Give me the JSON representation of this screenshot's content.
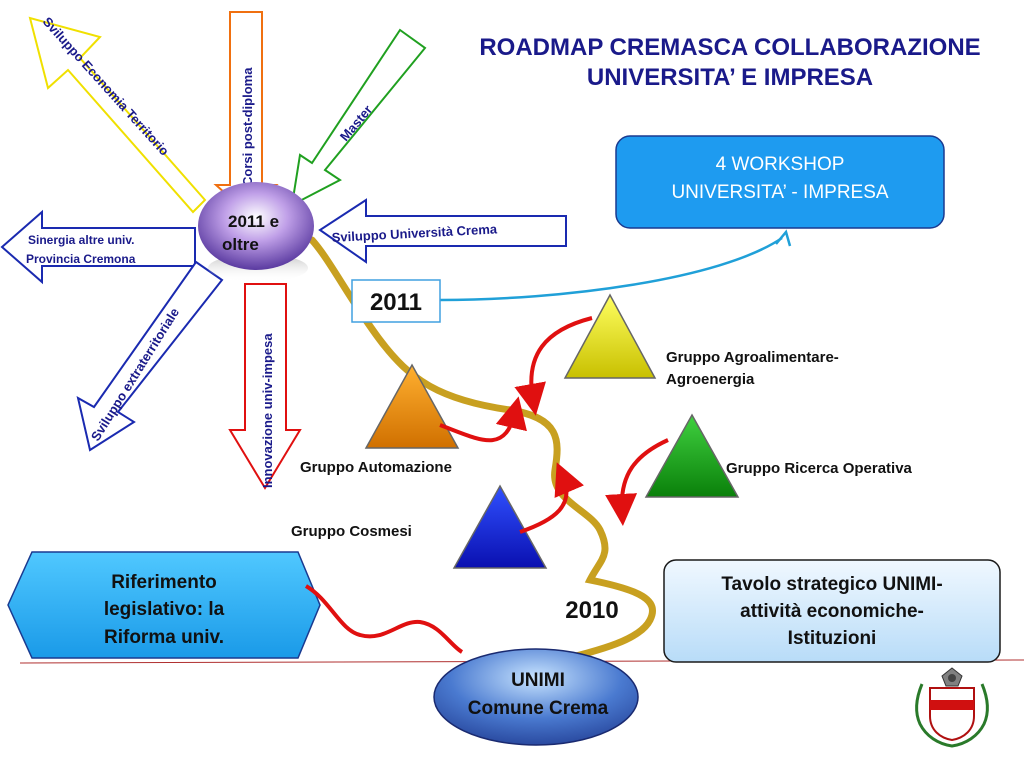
{
  "title": {
    "line1": "ROADMAP CREMASCA COLLABORAZIONE",
    "line2": "UNIVERSITA’  E IMPRESA"
  },
  "workshop": {
    "line1": "4 WORKSHOP",
    "line2": "UNIVERSITA’ - IMPRESA"
  },
  "hub": {
    "line1": "2011 e",
    "line2": "oltre"
  },
  "arrows": {
    "territorio": "Sviluppo Economia Territorio",
    "postdiploma": "Corsi post-diploma",
    "master": "Master",
    "sinergia_line1": "Sinergia altre univ.",
    "sinergia_line2": "Provincia Cremona",
    "univ_crema": "Sviluppo Università Crema",
    "extraterritoriale": "Sviluppo extraterritoriale",
    "innovazione": "Innovazione univ-impesa"
  },
  "years": {
    "y2011": "2011",
    "y2010": "2010"
  },
  "groups": {
    "agro_line1": "Gruppo Agroalimentare-",
    "agro_line2": "Agroenergia",
    "automazione": "Gruppo Automazione",
    "ricerca": "Gruppo Ricerca Operativa",
    "cosmesi": "Gruppo Cosmesi"
  },
  "riferimento": {
    "line1": "Riferimento",
    "line2": "legislativo: la",
    "line3": "Riforma univ."
  },
  "tavolo": {
    "line1": "Tavolo strategico UNIMI-",
    "line2": "attività economiche-",
    "line3": "Istituzioni"
  },
  "unimi": {
    "line1": "UNIMI",
    "line2": "Comune Crema"
  },
  "icons": {
    "crest": "crema-coat-of-arms-icon"
  },
  "colors": {
    "title": "#1a1a8a",
    "path": "#c8a020",
    "red_arrow": "#e01010",
    "box_blue": "#1e9bf0",
    "triangle_yellow": "#e8e000",
    "triangle_orange": "#e88000",
    "triangle_green": "#10a010",
    "triangle_blue": "#1020e0"
  }
}
